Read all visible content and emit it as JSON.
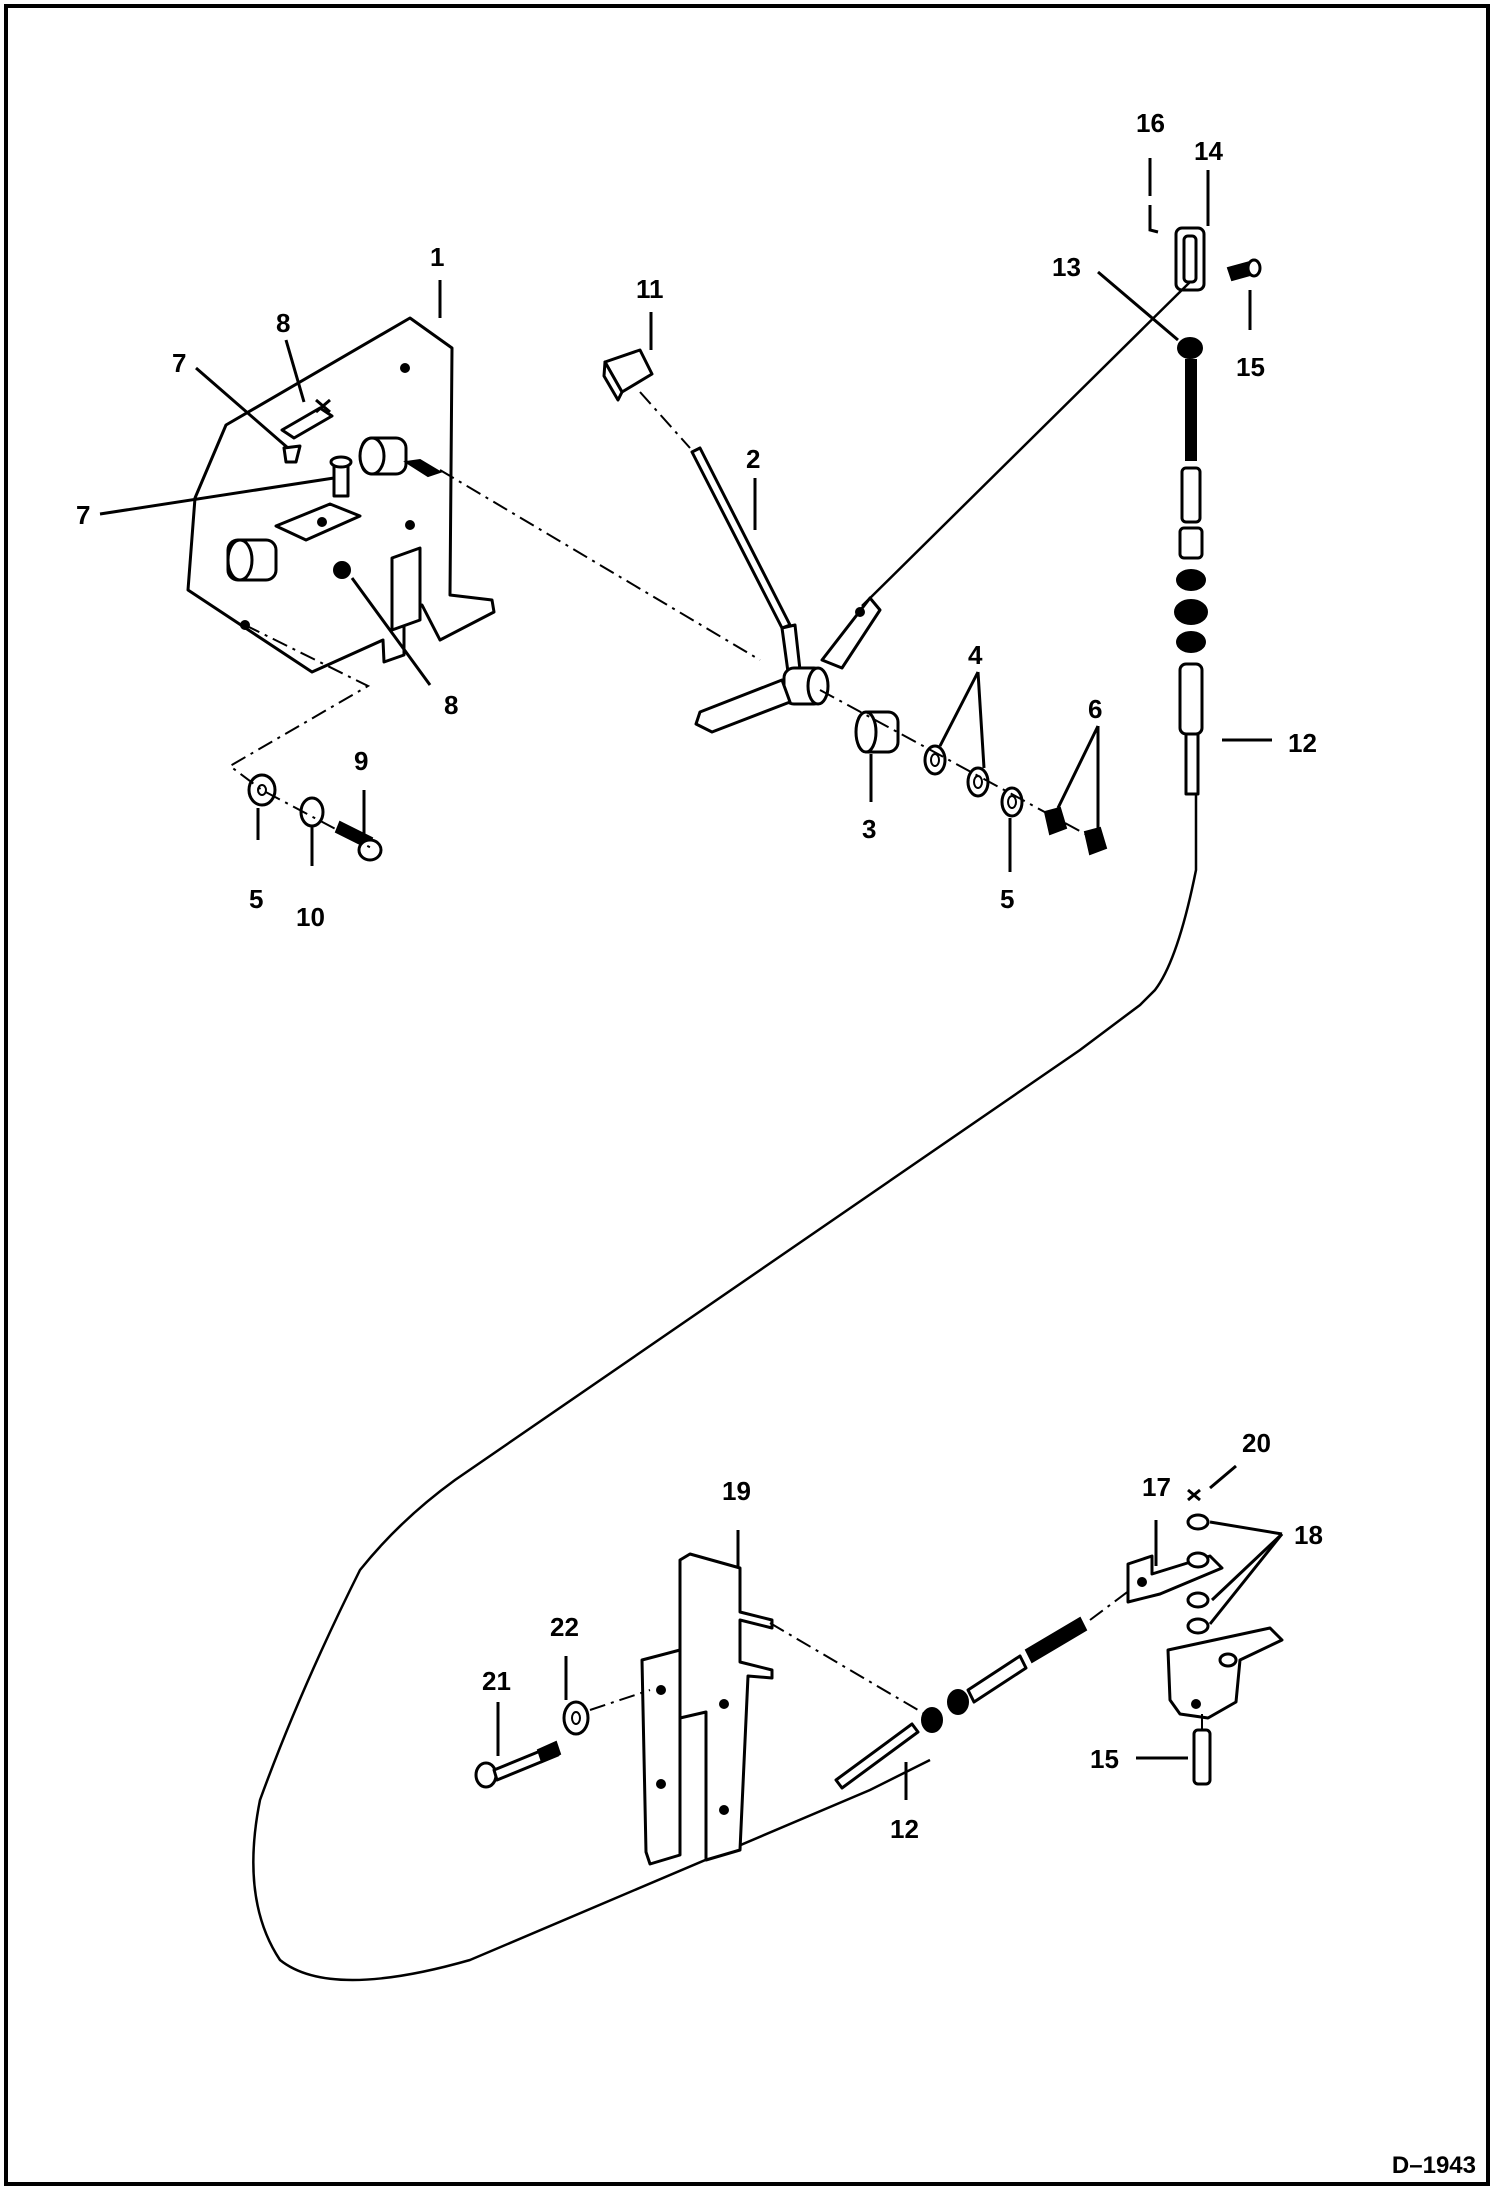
{
  "drawing_id": "D–1943",
  "callouts": {
    "c1": "1",
    "c2": "2",
    "c3": "3",
    "c4": "4",
    "c5a": "5",
    "c5b": "5",
    "c6": "6",
    "c7a": "7",
    "c7b": "7",
    "c8a": "8",
    "c8b": "8",
    "c9": "9",
    "c10": "10",
    "c11": "11",
    "c12a": "12",
    "c12b": "12",
    "c13": "13",
    "c14": "14",
    "c15a": "15",
    "c15b": "15",
    "c16": "16",
    "c17": "17",
    "c18": "18",
    "c19": "19",
    "c20": "20",
    "c21": "21",
    "c22": "22"
  },
  "colors": {
    "ink": "#000000",
    "paper": "#ffffff"
  }
}
